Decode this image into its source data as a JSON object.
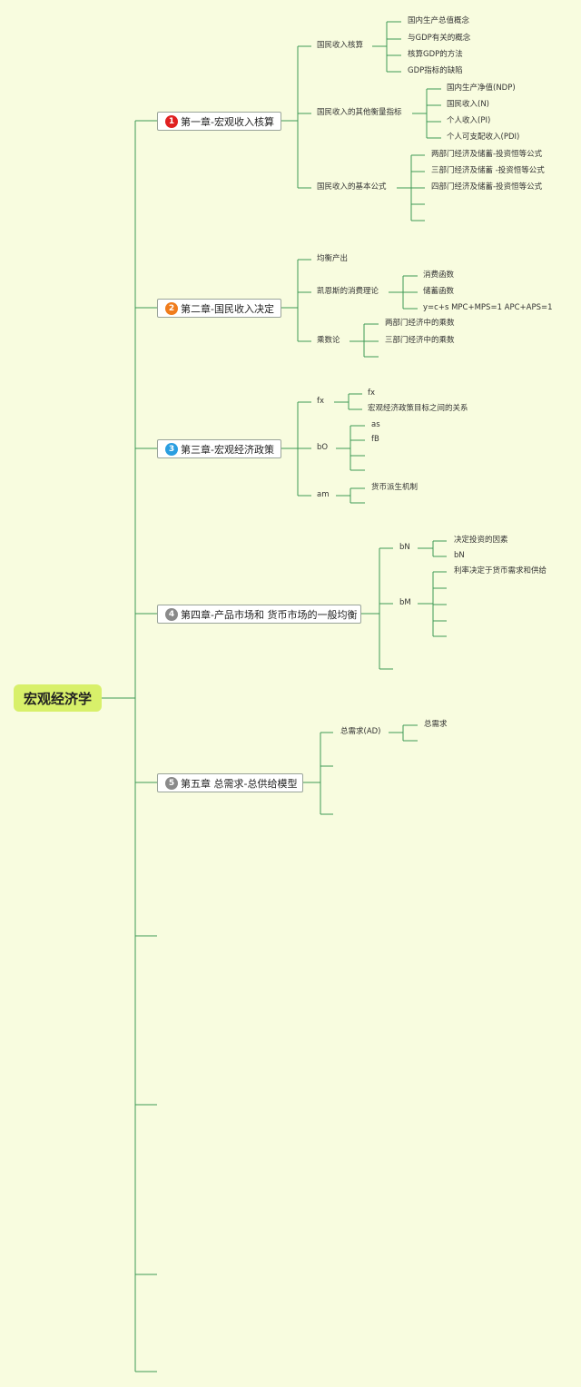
{
  "root": {
    "title": "宏观经济学"
  },
  "colors": {
    "background": "#f8fcdf",
    "line": "#3e9a55",
    "root_fill": "#d8f06a",
    "badge_1": "#e02020",
    "badge_2": "#f07c1c",
    "badge_3": "#2a9ee0",
    "badge_4": "#8a8a8a",
    "badge_5": "#8a8a8a"
  },
  "chapters": [
    {
      "badge": "1",
      "title": "第一章-宏观收入核算",
      "topics": [
        {
          "label": "国民收入核算",
          "items": [
            "国内生产总值概念",
            "与GDP有关的概念",
            "核算GDP的方法",
            "GDP指标的缺陷"
          ]
        },
        {
          "label": "国民收入的其他衡量指标",
          "items": [
            "国内生产净值(NDP)",
            "国民收入(N)",
            "个人收入(PI)",
            "个人可支配收入(PDI)"
          ]
        },
        {
          "label": "国民收入的基本公式",
          "items": [
            "两部门经济及储蓄-投资恒等公式",
            "三部门经济及储蓄 -投资恒等公式",
            "四部门经济及储蓄-投资恒等公式"
          ]
        }
      ]
    },
    {
      "badge": "2",
      "title": "第二章-国民收入决定",
      "topics": [
        {
          "label": "均衡产出",
          "items": []
        },
        {
          "label": "凯恩斯的消费理论",
          "items": [
            "消费函数",
            "储蓄函数",
            "y=c+s MPC+MPS=1 APC+APS=1"
          ]
        },
        {
          "label": "乘数论",
          "items": [
            "两部门经济中的乘数",
            "三部门经济中的乘数"
          ]
        }
      ]
    },
    {
      "badge": "3",
      "title": "第三章-宏观经济政策",
      "topics": [
        {
          "label": "fx",
          "items": [
            "fx",
            "宏观经济政策目标之间的关系"
          ]
        },
        {
          "label": "bO",
          "items": [
            "as",
            "fB"
          ]
        },
        {
          "label": "am",
          "items": [
            "货币派生机制"
          ]
        }
      ]
    },
    {
      "badge": "4",
      "title": "第四章-产品市场和 货币市场的一般均衡",
      "topics": [
        {
          "label": "bN",
          "items": [
            "决定投资的因素",
            "bN"
          ]
        },
        {
          "label": "bM",
          "items": [
            "利率决定于货币需求和供给"
          ]
        }
      ]
    },
    {
      "badge": "5",
      "title": "第五章 总需求-总供给模型",
      "topics": [
        {
          "label": "总需求(AD)",
          "items": [
            "总需求"
          ]
        }
      ]
    }
  ]
}
